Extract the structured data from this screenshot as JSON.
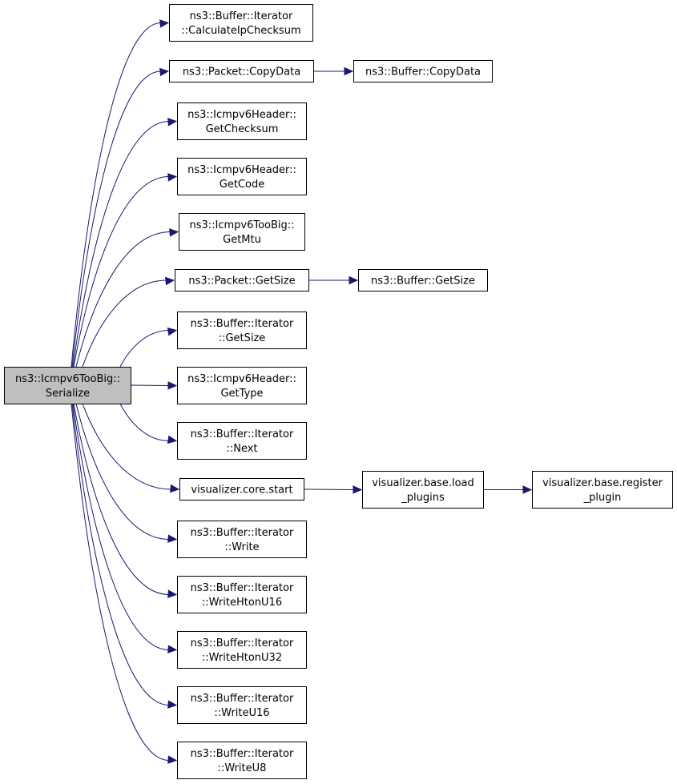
{
  "root": {
    "id": "serialize",
    "lines": [
      "ns3::Icmpv6TooBig::",
      "Serialize"
    ]
  },
  "nodes": [
    {
      "id": "calc_ip_checksum",
      "lines": [
        "ns3::Buffer::Iterator",
        "::CalculateIpChecksum"
      ]
    },
    {
      "id": "packet_copydata",
      "lines": [
        "ns3::Packet::CopyData"
      ]
    },
    {
      "id": "buffer_copydata",
      "lines": [
        "ns3::Buffer::CopyData"
      ]
    },
    {
      "id": "get_checksum",
      "lines": [
        "ns3::Icmpv6Header::",
        "GetChecksum"
      ]
    },
    {
      "id": "get_code",
      "lines": [
        "ns3::Icmpv6Header::",
        "GetCode"
      ]
    },
    {
      "id": "get_mtu",
      "lines": [
        "ns3::Icmpv6TooBig::",
        "GetMtu"
      ]
    },
    {
      "id": "packet_getsize",
      "lines": [
        "ns3::Packet::GetSize"
      ]
    },
    {
      "id": "buffer_getsize",
      "lines": [
        "ns3::Buffer::GetSize"
      ]
    },
    {
      "id": "iter_getsize",
      "lines": [
        "ns3::Buffer::Iterator",
        "::GetSize"
      ]
    },
    {
      "id": "get_type",
      "lines": [
        "ns3::Icmpv6Header::",
        "GetType"
      ]
    },
    {
      "id": "iter_next",
      "lines": [
        "ns3::Buffer::Iterator",
        "::Next"
      ]
    },
    {
      "id": "vis_core_start",
      "lines": [
        "visualizer.core.start"
      ]
    },
    {
      "id": "vis_load_plugins",
      "lines": [
        "visualizer.base.load",
        "_plugins"
      ]
    },
    {
      "id": "vis_register_plugin",
      "lines": [
        "visualizer.base.register",
        "_plugin"
      ]
    },
    {
      "id": "iter_write",
      "lines": [
        "ns3::Buffer::Iterator",
        "::Write"
      ]
    },
    {
      "id": "iter_write_htonu16",
      "lines": [
        "ns3::Buffer::Iterator",
        "::WriteHtonU16"
      ]
    },
    {
      "id": "iter_write_htonu32",
      "lines": [
        "ns3::Buffer::Iterator",
        "::WriteHtonU32"
      ]
    },
    {
      "id": "iter_write_u16",
      "lines": [
        "ns3::Buffer::Iterator",
        "::WriteU16"
      ]
    },
    {
      "id": "iter_write_u8",
      "lines": [
        "ns3::Buffer::Iterator",
        "::WriteU8"
      ]
    }
  ],
  "edges": [
    [
      "serialize",
      "calc_ip_checksum"
    ],
    [
      "serialize",
      "packet_copydata"
    ],
    [
      "serialize",
      "get_checksum"
    ],
    [
      "serialize",
      "get_code"
    ],
    [
      "serialize",
      "get_mtu"
    ],
    [
      "serialize",
      "packet_getsize"
    ],
    [
      "serialize",
      "iter_getsize"
    ],
    [
      "serialize",
      "get_type"
    ],
    [
      "serialize",
      "iter_next"
    ],
    [
      "serialize",
      "vis_core_start"
    ],
    [
      "serialize",
      "iter_write"
    ],
    [
      "serialize",
      "iter_write_htonu16"
    ],
    [
      "serialize",
      "iter_write_htonu32"
    ],
    [
      "serialize",
      "iter_write_u16"
    ],
    [
      "serialize",
      "iter_write_u8"
    ],
    [
      "packet_copydata",
      "buffer_copydata"
    ],
    [
      "packet_getsize",
      "buffer_getsize"
    ],
    [
      "vis_core_start",
      "vis_load_plugins"
    ],
    [
      "vis_load_plugins",
      "vis_register_plugin"
    ]
  ],
  "colors": {
    "edge": "#191970",
    "root_fill": "#bfbfbf",
    "node_fill": "#ffffff",
    "node_border": "#000000"
  }
}
